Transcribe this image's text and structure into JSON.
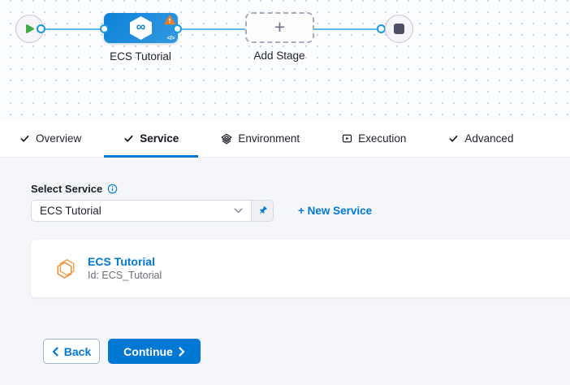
{
  "pipeline": {
    "stage_label": "ECS Tutorial",
    "add_stage_label": "Add Stage",
    "plus_glyph": "+",
    "infinity_glyph": "∞",
    "code_glyph": "</>"
  },
  "tabs": [
    {
      "label": "Overview",
      "icon": "check-icon"
    },
    {
      "label": "Service",
      "icon": "check-icon",
      "active": true
    },
    {
      "label": "Environment",
      "icon": "layers-diamond-icon"
    },
    {
      "label": "Execution",
      "icon": "play-box-icon"
    },
    {
      "label": "Advanced",
      "icon": "check-icon"
    }
  ],
  "active_tab": "Service",
  "service_form": {
    "label": "Select Service",
    "selected_service": "ECS Tutorial",
    "new_service_label": "+ New Service",
    "card": {
      "name": "ECS Tutorial",
      "id_line": "Id: ECS_Tutorial"
    }
  },
  "footer": {
    "back_label": "Back",
    "continue_label": "Continue"
  },
  "colors": {
    "primary": "#0278d5",
    "stage_blue_start": "#0d81d7",
    "stage_blue_end": "#3399e2",
    "connector": "#5eb9e7",
    "warning_orange": "#e97c27",
    "success_green": "#42ab45",
    "service_icon_orange": "#ee8d33"
  }
}
